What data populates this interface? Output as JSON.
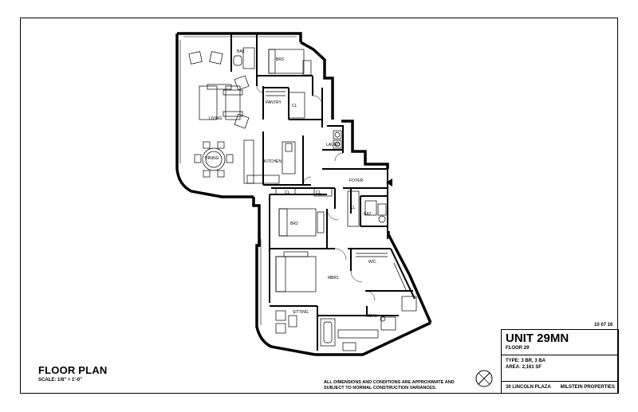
{
  "floor_plan": {
    "title": "FLOOR PLAN",
    "scale": "SCALE: 1/8\" = 1'-0\"",
    "disclaimer": "ALL DIMENSIONS AND CONDITIONS ARE APPROXIMATE AND SUBJECT TO NORMAL CONSTRUCTION VARIANCES.",
    "date": "10 07 16"
  },
  "title_block": {
    "unit": "UNIT 29MN",
    "floor": "FLOOR 29",
    "type": "TYPE: 3 BR, 3 BA",
    "area": "AREA: 2,161 SF",
    "address": "30 LINCOLN PLAZA",
    "developer": "MILSTEIN PROPERTIES"
  },
  "rooms": {
    "ba_top": "BA3",
    "br3": "BR3",
    "pantry": "PANTRY",
    "cl_pantry": "CL",
    "living": "LIVING",
    "dining": "DINING",
    "kitchen": "KITCHEN",
    "laund": "LAUND",
    "foyer": "FOYER",
    "cl_foyer_a": "CL",
    "cl_foyer_b": "CL",
    "cl_hall": "CL",
    "ba2": "BA2",
    "br2": "BR2",
    "wic": "W/C",
    "mbr1": "MBR1",
    "sitting": "SITTING",
    "mba1": "MBA1"
  },
  "icons": {
    "compass": "north-arrow-icon",
    "entry": "entry-arrow-icon"
  }
}
